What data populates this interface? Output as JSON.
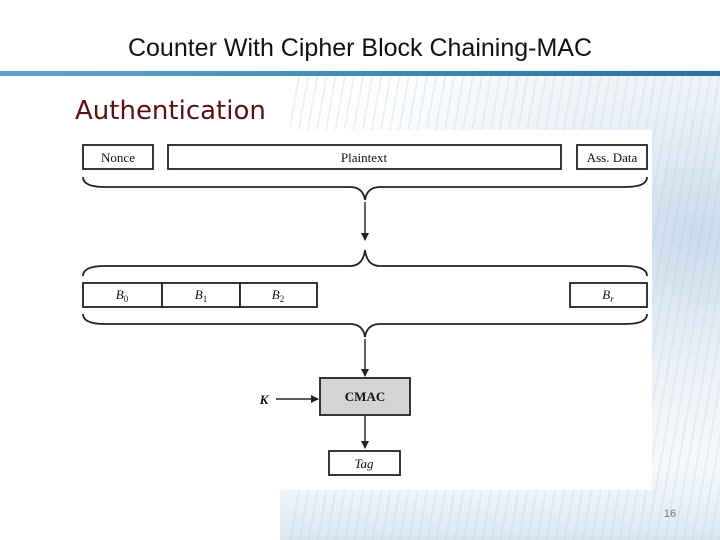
{
  "slide": {
    "title": "Counter With Cipher Block Chaining-MAC",
    "heading": "Authentication",
    "page_number": "16"
  },
  "diagram": {
    "inputs": {
      "nonce": "Nonce",
      "plaintext": "Plaintext",
      "ass_data": "Ass. Data"
    },
    "blocks": {
      "b0": {
        "base": "B",
        "sub": "0"
      },
      "b1": {
        "base": "B",
        "sub": "1"
      },
      "b2": {
        "base": "B",
        "sub": "2"
      },
      "br": {
        "base": "B",
        "sub": "r"
      }
    },
    "key_label": "K",
    "cmac_label": "CMAC",
    "tag_label": "Tag"
  },
  "colors": {
    "accent": "#3b88b4",
    "heading": "#5a1010",
    "cmac_fill": "#d4d4d4"
  }
}
